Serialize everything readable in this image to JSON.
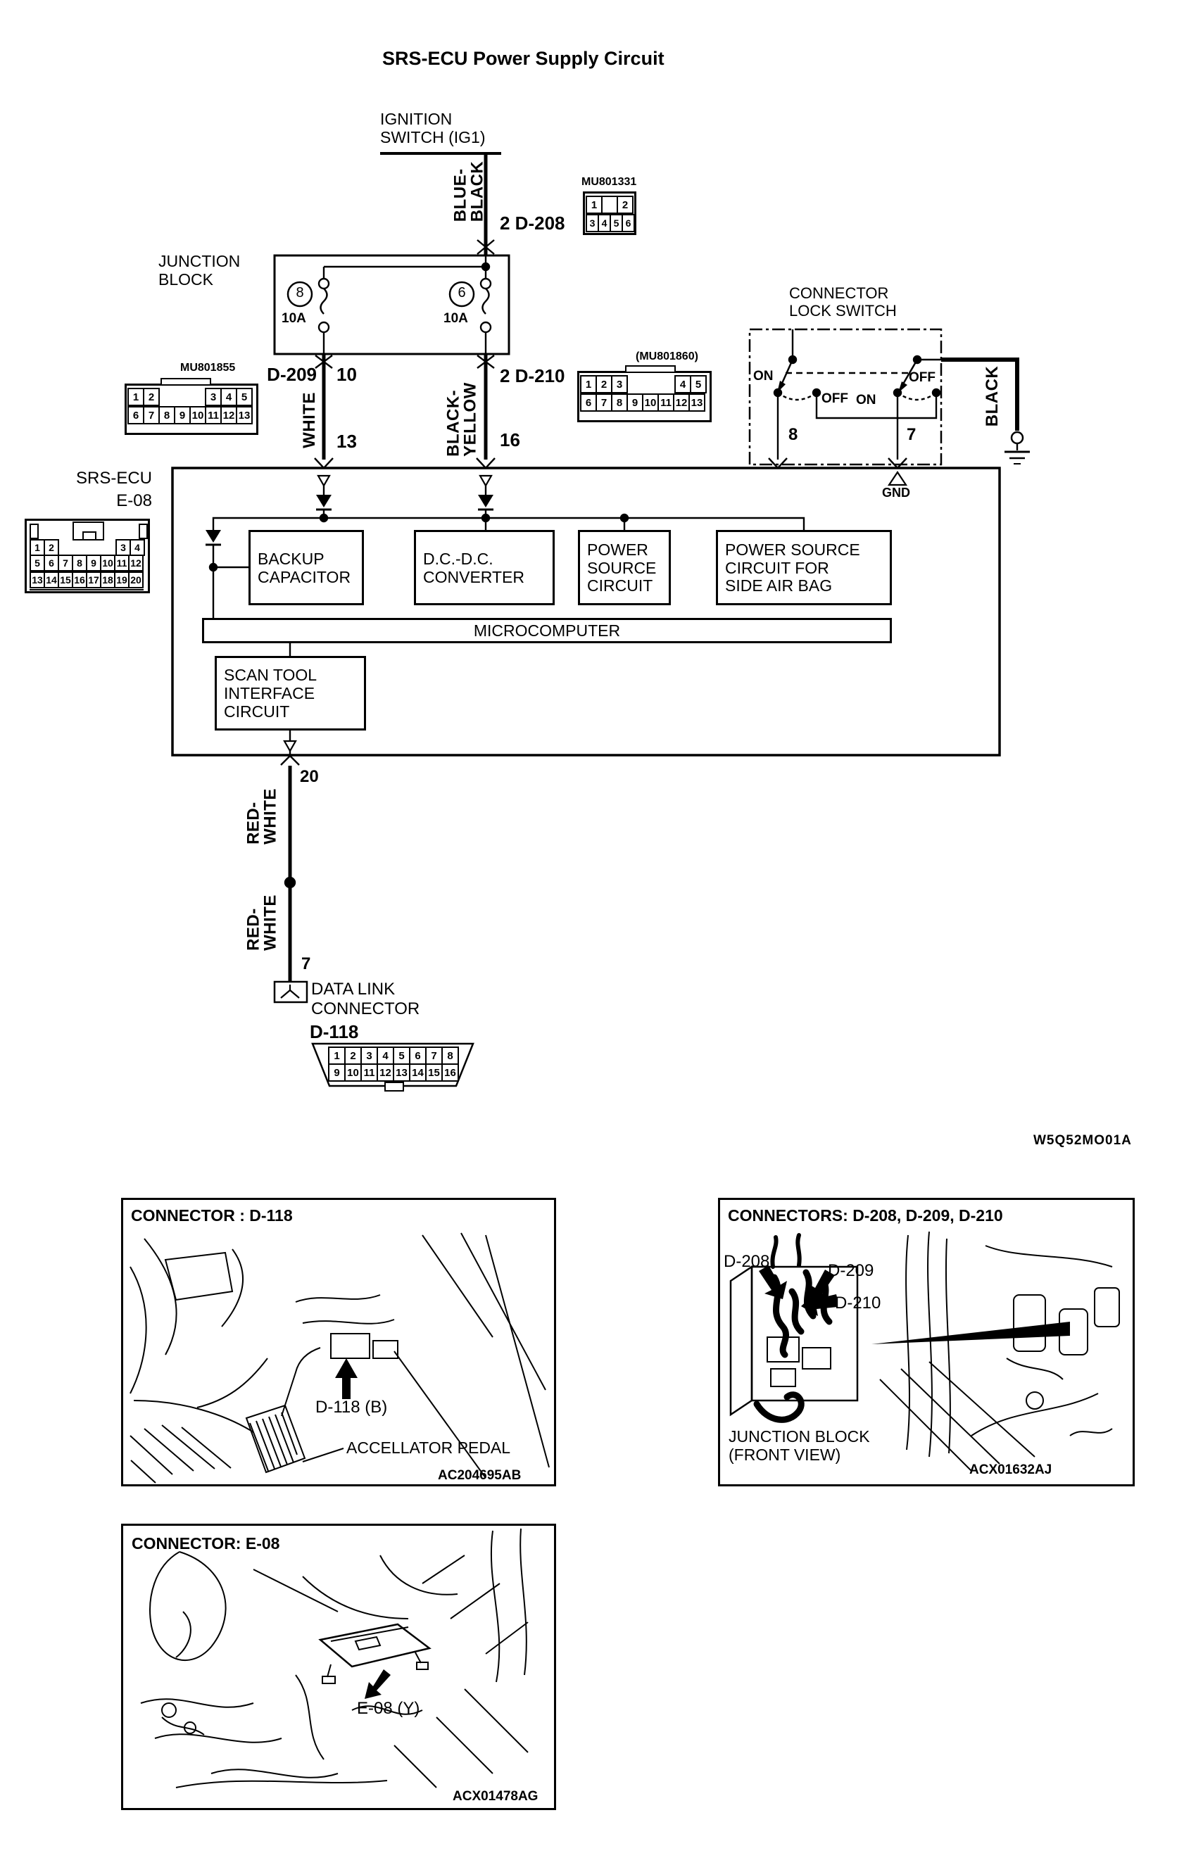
{
  "title": "SRS-ECU Power Supply Circuit",
  "doc_code": "W5Q52MO01A",
  "ignition": {
    "label": "IGNITION\nSWITCH (IG1)"
  },
  "wire_labels": {
    "blue_black": "BLUE-\nBLACK",
    "white": "WHITE",
    "black_yellow": "BLACK-\nYELLOW",
    "black": "BLACK",
    "red_white_a": "RED-\nWHITE",
    "red_white_b": "RED-\nWHITE"
  },
  "pin_labels": {
    "d208": "2  D-208",
    "d209": "D-209",
    "d209_pin": "10",
    "pin13": "13",
    "d210": "2  D-210",
    "pin16": "16",
    "pin8": "8",
    "pin7": "7",
    "pin20": "20",
    "pin7_dlc": "7",
    "gnd": "GND"
  },
  "junction_block": {
    "label": "JUNCTION\nBLOCK",
    "fuse8": {
      "no": "8",
      "amp": "10A"
    },
    "fuse6": {
      "no": "6",
      "amp": "10A"
    }
  },
  "lock_switch": {
    "label": "CONNECTOR\nLOCK SWITCH",
    "on_left": "ON",
    "off_left": "OFF",
    "on_right": "ON",
    "off_right": "OFF"
  },
  "srs_ecu": {
    "name": "SRS-ECU",
    "connector": "E-08",
    "backup_capacitor": "BACKUP\nCAPACITOR",
    "dcdc": "D.C.-D.C.\nCONVERTER",
    "power_source": "POWER\nSOURCE\nCIRCUIT",
    "side_airbag": "POWER SOURCE\nCIRCUIT FOR\nSIDE AIR BAG",
    "microcomputer": "MICROCOMPUTER",
    "scan_tool": "SCAN TOOL\nINTERFACE\nCIRCUIT"
  },
  "dlc": {
    "line12": "DATA LINK\nCONNECTOR",
    "line3": "D-118"
  },
  "connectors": {
    "mu801331": {
      "label": "MU801331",
      "row1": [
        "1",
        "",
        "2"
      ],
      "row2": [
        "3",
        "4",
        "5",
        "6"
      ]
    },
    "mu801855": {
      "label": "MU801855",
      "row1l": [
        "1",
        "2"
      ],
      "row1r": [
        "3",
        "4",
        "5"
      ],
      "row2": [
        "6",
        "7",
        "8",
        "9",
        "10",
        "11",
        "12",
        "13"
      ]
    },
    "mu801860": {
      "label": "(MU801860)",
      "row1l": [
        "1",
        "2",
        "3"
      ],
      "row1r": [
        "4",
        "5"
      ],
      "row2": [
        "6",
        "7",
        "8",
        "9",
        "10",
        "11",
        "12",
        "13"
      ]
    },
    "e08": {
      "row1l": [
        "1",
        "2"
      ],
      "row1r": [
        "3",
        "4"
      ],
      "row2": [
        "5",
        "6",
        "7",
        "8",
        "9",
        "10",
        "11",
        "12"
      ],
      "row3": [
        "13",
        "14",
        "15",
        "16",
        "17",
        "18",
        "19",
        "20"
      ]
    },
    "d118": {
      "row1": [
        "1",
        "2",
        "3",
        "4",
        "5",
        "6",
        "7",
        "8"
      ],
      "row2": [
        "9",
        "10",
        "11",
        "12",
        "13",
        "14",
        "15",
        "16"
      ]
    }
  },
  "photos": {
    "d118": {
      "title": "CONNECTOR : D-118",
      "label1": "D-118 (B)",
      "label2": "ACCELLATOR PEDAL",
      "code": "AC204695AB"
    },
    "jb": {
      "title": "CONNECTORS: D-208, D-209, D-210",
      "d208": "D-208",
      "d209": "D-209",
      "d210": "D-210",
      "caption": "JUNCTION BLOCK\n(FRONT VIEW)",
      "code": "ACX01632AJ"
    },
    "e08": {
      "title": "CONNECTOR: E-08",
      "label1": "E-08 (Y)",
      "code": "ACX01478AG"
    }
  }
}
